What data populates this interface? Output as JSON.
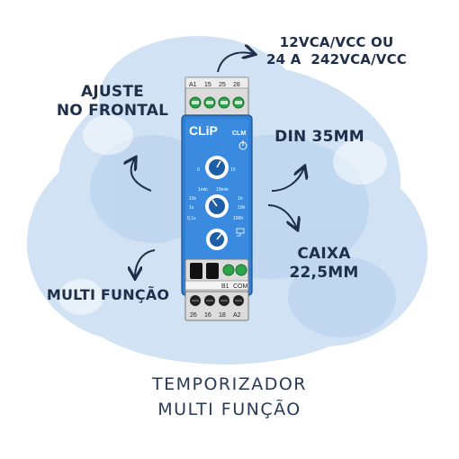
{
  "callouts": {
    "voltage_line1": "12VCA/VCC OU",
    "voltage_line2": "24 A  242VCA/VCC",
    "ajuste_line1": "AJUSTE",
    "ajuste_line2": "NO FRONTAL",
    "din": "DIN 35MM",
    "caixa_line1": "CAIXA",
    "caixa_line2": "22,5MM",
    "multi": "MULTI FUNÇÃO"
  },
  "caption": {
    "line1": "TEMPORIZADOR",
    "line2": "MULTI FUNÇÃO"
  },
  "device": {
    "brand": "CLiP",
    "model": "CLM",
    "top_terminals": [
      "A1",
      "15",
      "25",
      "28"
    ],
    "bottom_terminals": [
      "26",
      "16",
      "18",
      "A2"
    ],
    "lower_labels": [
      "B1",
      "COM"
    ],
    "range_labels": [
      "1min",
      "10min",
      "10s",
      "1h",
      "1s",
      "10h",
      "0,1s",
      "100h"
    ],
    "dial1_max": "10",
    "dial1_min": "0"
  },
  "colors": {
    "relay_blue": "#2f7fd6",
    "relay_dark": "#1e5ea8",
    "text_dark": "#1f2f4a",
    "cloud_blue": "#bcd6ef"
  }
}
